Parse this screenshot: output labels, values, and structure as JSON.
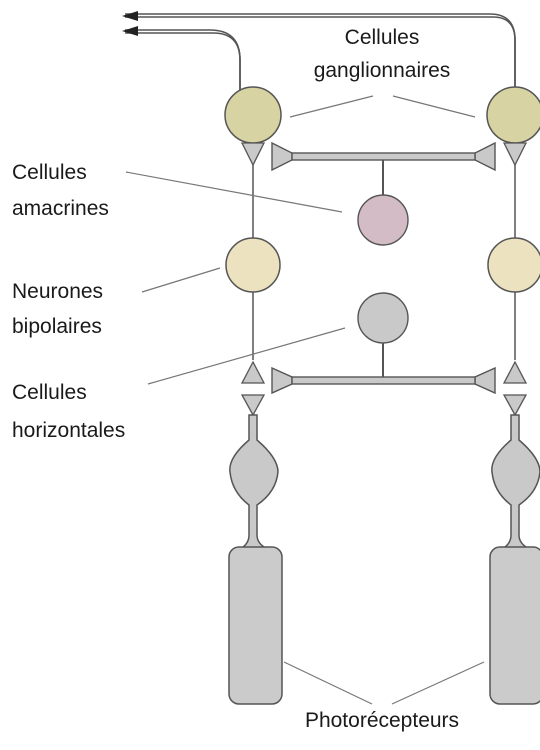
{
  "labels": {
    "ganglion_line1": "Cellules",
    "ganglion_line2": "ganglionnaires",
    "amacrine_line1": "Cellules",
    "amacrine_line2": "amacrines",
    "bipolar_line1": "Neurones",
    "bipolar_line2": "bipolaires",
    "horizontal_line1": "Cellules",
    "horizontal_line2": "horizontales",
    "photoreceptor": "Photorécepteurs"
  },
  "colors": {
    "ganglion": "#d8d3a2",
    "amacrine": "#d4bcc6",
    "bipolar": "#ece2c0",
    "horizontal": "#c9c9c9",
    "photoreceptor": "#cbcbcb",
    "outline": "#555555"
  }
}
